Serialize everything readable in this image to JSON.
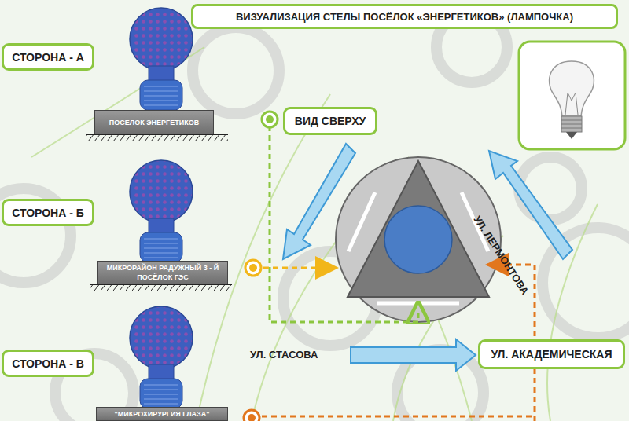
{
  "diagram": {
    "title": "ВИЗУАЛИЗАЦИЯ СТЕЛЫ ПОСЁЛОК «ЭНЕРГЕТИКОВ» (ЛАМПОЧКА)",
    "nodes": [
      {
        "text": [
          "СТОРОНА - А"
        ]
      },
      {
        "text": [
          "ПОСЁЛОК ЭНЕРГЕТИКОВ"
        ]
      },
      {
        "text": [
          "ВИД СВЕРХУ"
        ]
      },
      {
        "text": [
          "СТОРОНА - Б"
        ]
      },
      {
        "text": [
          "МИКРОРАЙОН РАДУЖНЫЙ 3 - Й ПОСЁЛОК ГЭС"
        ]
      },
      {
        "text": [
          "СТОРОНА - В"
        ]
      },
      {
        "text": [
          "\"МИКРОХИРУРГИЯ ГЛАЗА\""
        ]
      },
      {
        "text": [
          "УЛ. АКАДЕМИЧЕСКАЯ"
        ]
      }
    ],
    "labels": [
      "УЛ. ЛЕРМОНТОВА",
      "УЛ. СТАСОВА"
    ]
  }
}
